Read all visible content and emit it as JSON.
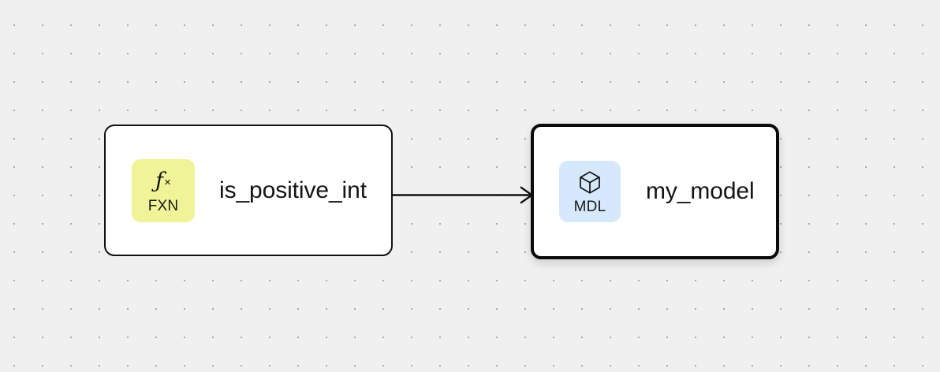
{
  "canvas": {
    "background_color": "#f0f0f0",
    "dot_color": "#aaaaaa",
    "grid_spacing": 36
  },
  "graph": {
    "nodes": [
      {
        "id": "is_positive_int",
        "title": "is_positive_int",
        "badge": {
          "glyph_icon": "function-fx-icon",
          "glyph_f": "ƒ",
          "glyph_x": "×",
          "label": "FXN",
          "color": "#f0f398"
        },
        "selected": false
      },
      {
        "id": "my_model",
        "title": "my_model",
        "badge": {
          "glyph_icon": "cube-icon",
          "label": "MDL",
          "color": "#d6e8fb"
        },
        "selected": true
      }
    ],
    "edges": [
      {
        "id": "edge-1",
        "source": "is_positive_int",
        "target": "my_model",
        "arrow": "arrow-head-icon",
        "color": "#111111"
      }
    ]
  }
}
